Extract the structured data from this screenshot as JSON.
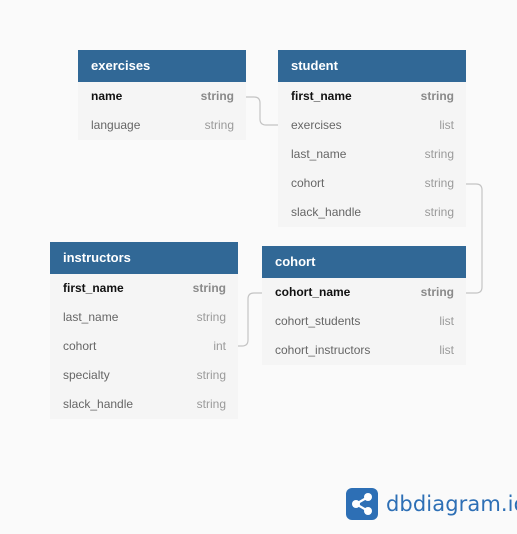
{
  "tables": {
    "exercises": {
      "title": "exercises",
      "rows": [
        {
          "name": "name",
          "type": "string"
        },
        {
          "name": "language",
          "type": "string"
        }
      ]
    },
    "student": {
      "title": "student",
      "rows": [
        {
          "name": "first_name",
          "type": "string"
        },
        {
          "name": "exercises",
          "type": "list"
        },
        {
          "name": "last_name",
          "type": "string"
        },
        {
          "name": "cohort",
          "type": "string"
        },
        {
          "name": "slack_handle",
          "type": "string"
        }
      ]
    },
    "instructors": {
      "title": "instructors",
      "rows": [
        {
          "name": "first_name",
          "type": "string"
        },
        {
          "name": "last_name",
          "type": "string"
        },
        {
          "name": "cohort",
          "type": "int"
        },
        {
          "name": "specialty",
          "type": "string"
        },
        {
          "name": "slack_handle",
          "type": "string"
        }
      ]
    },
    "cohort": {
      "title": "cohort",
      "rows": [
        {
          "name": "cohort_name",
          "type": "string"
        },
        {
          "name": "cohort_students",
          "type": "list"
        },
        {
          "name": "cohort_instructors",
          "type": "list"
        }
      ]
    }
  },
  "relationships": [
    {
      "from": "exercises.name",
      "to": "student.exercises"
    },
    {
      "from": "student.cohort",
      "to": "cohort.cohort_name"
    },
    {
      "from": "instructors.cohort",
      "to": "cohort.cohort_name"
    }
  ],
  "brand": {
    "name": "dbdiagram.io",
    "icon": "share-nodes-icon"
  },
  "colors": {
    "header": "#316896",
    "brand": "#2d6fb5",
    "background": "#fafafa"
  }
}
